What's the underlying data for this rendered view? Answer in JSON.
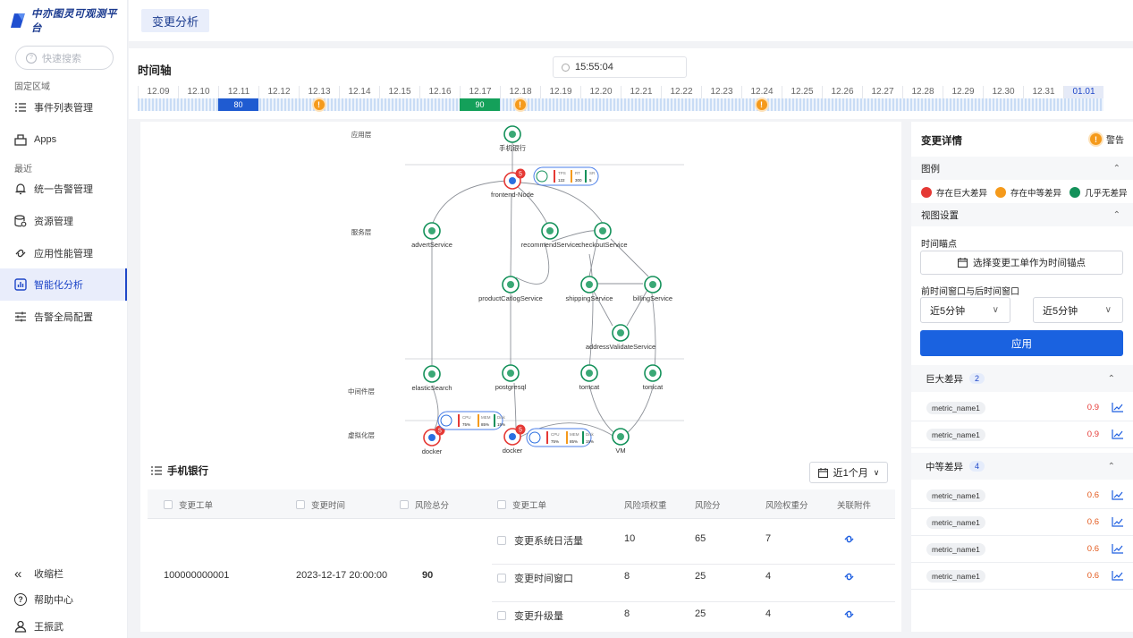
{
  "app": {
    "title": "中亦图灵可观测平台"
  },
  "sidebar": {
    "search_placeholder": "快速搜索",
    "section_fixed": "固定区域",
    "section_recent": "最近",
    "items": [
      {
        "label": "事件列表管理",
        "icon": "list-icon"
      },
      {
        "label": "Apps",
        "icon": "apps-icon"
      },
      {
        "label": "统一告警管理",
        "icon": "bell-icon"
      },
      {
        "label": "资源管理",
        "icon": "database-icon"
      },
      {
        "label": "应用性能管理",
        "icon": "link-icon"
      },
      {
        "label": "智能化分析",
        "icon": "chart-icon"
      },
      {
        "label": "告警全局配置",
        "icon": "sliders-icon"
      }
    ],
    "collapse": "收缩栏",
    "help": "帮助中心",
    "user": "王振武"
  },
  "page_tab": "变更分析",
  "timeline": {
    "title": "时间轴",
    "time": "15:55:04",
    "dates": [
      "12.09",
      "12.10",
      "12.11",
      "12.12",
      "12.13",
      "12.14",
      "12.15",
      "12.16",
      "12.17",
      "12.18",
      "12.19",
      "12.20",
      "12.21",
      "12.22",
      "12.23",
      "12.24",
      "12.25",
      "12.26",
      "12.27",
      "12.28",
      "12.29",
      "12.30",
      "12.31",
      "01.01"
    ],
    "blocks": [
      {
        "date_index": 2,
        "value": "80",
        "color": "#1f5bd1"
      },
      {
        "date_index": 8,
        "value": "90",
        "color": "#14a05a"
      }
    ],
    "warnings": [
      {
        "date_index": 4,
        "symbol": "!"
      },
      {
        "date_index": 9,
        "symbol": "!"
      },
      {
        "date_index": 15,
        "symbol": "!"
      }
    ]
  },
  "topology": {
    "layers": [
      "应用层",
      "服务层",
      "中间件层",
      "虚拟化层"
    ],
    "nodes": [
      {
        "label": "手机银行",
        "status": "normal"
      },
      {
        "label": "frontend-Node",
        "status": "critical",
        "badge": "5"
      },
      {
        "label": "advertService",
        "status": "normal"
      },
      {
        "label": "recommendService",
        "status": "normal"
      },
      {
        "label": "checkoutService",
        "status": "normal"
      },
      {
        "label": "productCatlogService",
        "status": "normal"
      },
      {
        "label": "shippingService",
        "status": "normal"
      },
      {
        "label": "billingService",
        "status": "normal"
      },
      {
        "label": "addressValidateService",
        "status": "normal"
      },
      {
        "label": "elasticSearch",
        "status": "normal"
      },
      {
        "label": "postgresql",
        "status": "normal"
      },
      {
        "label": "tomcat",
        "status": "normal"
      },
      {
        "label": "tomcat",
        "status": "normal"
      },
      {
        "label": "docker",
        "status": "critical",
        "badge": "5"
      },
      {
        "label": "docker",
        "status": "critical",
        "badge": "5"
      },
      {
        "label": "VM",
        "status": "normal"
      }
    ],
    "tooltips": [
      {
        "metrics": [
          {
            "name": "TPS",
            "value": "122"
          },
          {
            "name": "RT",
            "value": "300"
          },
          {
            "name": "SR",
            "value": "5"
          }
        ]
      },
      {
        "metrics": [
          {
            "name": "CPU",
            "value": "75%"
          },
          {
            "name": "MEM",
            "value": "85%"
          },
          {
            "name": "Disk",
            "value": "15%"
          }
        ]
      },
      {
        "metrics": [
          {
            "name": "CPU",
            "value": "75%"
          },
          {
            "name": "MEM",
            "value": "85%"
          },
          {
            "name": "Disk",
            "value": "15%"
          }
        ]
      }
    ]
  },
  "main": {
    "section_title": "手机银行",
    "range": "近1个月",
    "columns": [
      "变更工单",
      "变更时间",
      "风险总分",
      "变更工单",
      "风险项权重",
      "风险分",
      "风险权重分",
      "关联附件"
    ],
    "order": {
      "id": "100000000001",
      "time": "2023-12-17 20:00:00",
      "score": "90"
    },
    "items": [
      {
        "name": "变更系统日活量",
        "weight": "10",
        "score": "65",
        "wscore": "7"
      },
      {
        "name": "变更时间窗口",
        "weight": "8",
        "score": "25",
        "wscore": "4"
      },
      {
        "name": "变更升级量",
        "weight": "8",
        "score": "25",
        "wscore": "4"
      }
    ]
  },
  "right": {
    "title": "变更详情",
    "warning": "警告",
    "legend_title": "图例",
    "legend": [
      {
        "label": "存在巨大差异",
        "color": "#e53935"
      },
      {
        "label": "存在中等差异",
        "color": "#f59a1b"
      },
      {
        "label": "几乎无差异",
        "color": "#14915a"
      }
    ],
    "view_title": "视图设置",
    "anchor_label": "时间瞄点",
    "anchor_button": "选择变更工单作为时间锚点",
    "window_label": "前时间窗口与后时间窗口",
    "window_before": "近5分钟",
    "window_after": "近5分钟",
    "apply": "应用",
    "groups": [
      {
        "title": "巨大差异",
        "count": "2",
        "metrics": [
          {
            "name": "metric_name1",
            "value": "0.9"
          },
          {
            "name": "metric_name1",
            "value": "0.9"
          }
        ]
      },
      {
        "title": "中等差异",
        "count": "4",
        "metrics": [
          {
            "name": "metric_name1",
            "value": "0.6"
          },
          {
            "name": "metric_name1",
            "value": "0.6"
          },
          {
            "name": "metric_name1",
            "value": "0.6"
          },
          {
            "name": "metric_name1",
            "value": "0.6"
          }
        ]
      }
    ]
  }
}
